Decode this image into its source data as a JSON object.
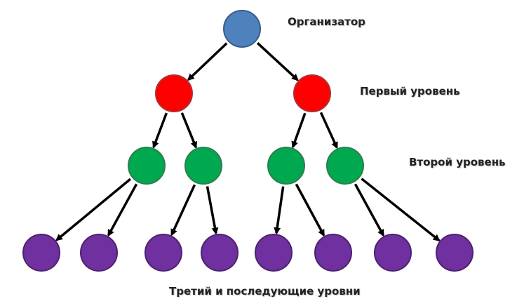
{
  "labels": {
    "organizer": "Организатор",
    "level1": "Первый уровень",
    "level2": "Второй уровень",
    "level3": "Третий и последующие уровни"
  },
  "colors": {
    "organizer_fill": "#4f81bd",
    "organizer_stroke": "#385d8a",
    "level1_fill": "#ff0000",
    "level1_stroke": "#b03030",
    "level2_fill": "#00a850",
    "level2_stroke": "#2e7d4f",
    "level3_fill": "#7030a0",
    "level3_stroke": "#4b2270",
    "arrow": "#000000"
  },
  "tree": {
    "level1_count": 2,
    "level2_per_parent": 2,
    "level3_per_parent": 2
  }
}
